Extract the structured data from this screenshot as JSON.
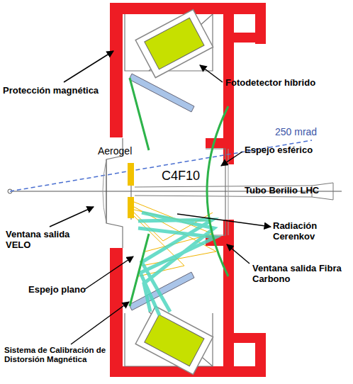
{
  "diagram": {
    "labels": [
      "Protección magnética",
      "Fotodetector híbrido",
      "250 mrad",
      "Aerogel",
      "Espejo esférico",
      "C4F10",
      "Tubo Berilio LHC",
      "Radiación Cerenkov",
      "Ventana salida VELO",
      "Ventana salida Fibra Carbono",
      "Espejo plano",
      "Sistema de Calibración de Distorsión Magnética"
    ]
  }
}
